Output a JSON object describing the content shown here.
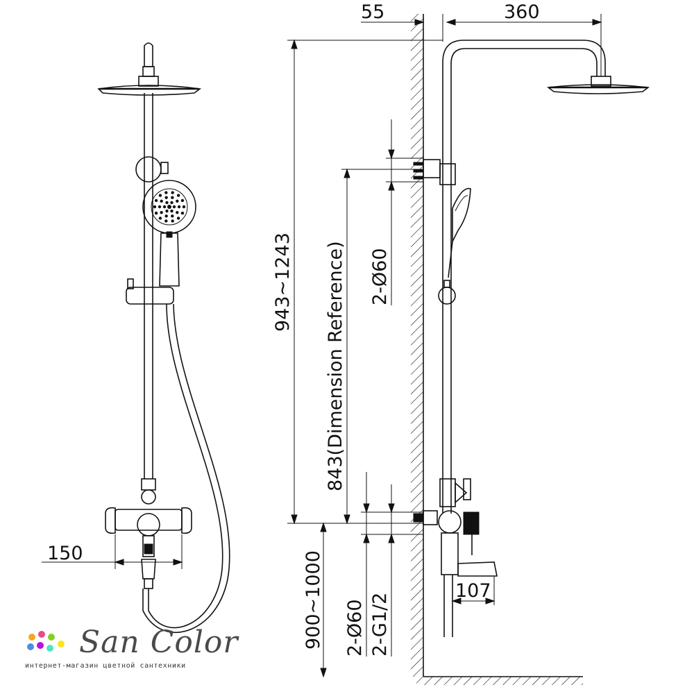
{
  "dimensions": {
    "wall_offset": "55",
    "arm_length": "360",
    "total_height": "943~1243",
    "reference_height": "843(Dimension Reference)",
    "upper_holder": "2-Ø60",
    "handle_spacing": "150",
    "spout_length": "107",
    "mount_height": "900~1000",
    "lower_holes": "2-Ø60",
    "connections": "2-G1/2"
  },
  "logo": {
    "name": "San Color",
    "tagline": "интернет-магазин цветной сантехники",
    "dot_colors": [
      "#f5a623",
      "#e94b8a",
      "#7ed321",
      "#4a90e2",
      "#bd10e0",
      "#50e3c2",
      "#f8e71c"
    ]
  }
}
